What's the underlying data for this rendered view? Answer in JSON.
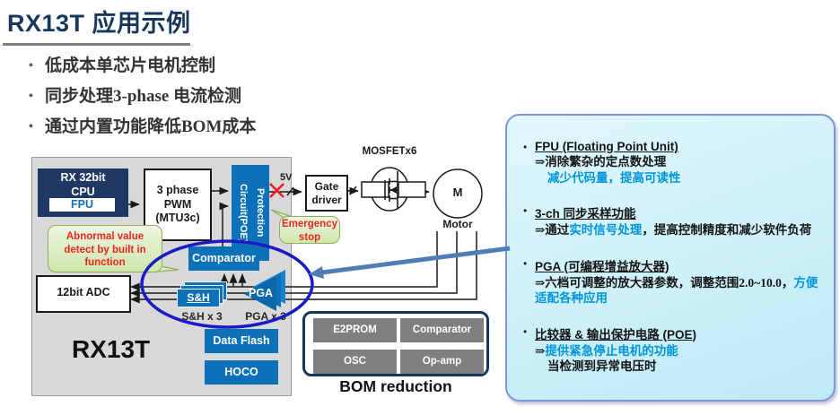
{
  "slide": {
    "title": "RX13T 应用示例",
    "bullets": [
      "低成本单芯片电机控制",
      "同步处理3-phase 电流检测",
      "通过内置功能降低BOM成本"
    ]
  },
  "diagram": {
    "chip_label": "RX13T",
    "cpu": {
      "line1": "RX 32bit",
      "line2": "CPU",
      "fpu": "FPU"
    },
    "pwm": {
      "line1": "3 phase",
      "line2": "PWM",
      "line3": "(MTU3c)"
    },
    "protection": {
      "l1": "Protection",
      "l2": "Circuit(POE)"
    },
    "comparator": "Comparator",
    "adc": "12bit ADC",
    "sh": "S&H",
    "sh_count": "S&H x 3",
    "pga": "PGA",
    "pga_count": "PGA x 3",
    "data_flash": "Data Flash",
    "hoco": "HOCO",
    "gate_driver": {
      "line1": "Gate",
      "line2": "driver"
    },
    "mosfet_label": "MOSFETx6",
    "motor_m": "M",
    "motor_label": "Motor",
    "v5": "5V",
    "abnormal_callout": [
      "Abnormal value",
      "detect by built in",
      "function"
    ],
    "emergency_callout": [
      "Emergency",
      "stop"
    ]
  },
  "bom": {
    "items": [
      "E2PROM",
      "Comparator",
      "OSC",
      "Op-amp"
    ],
    "label": "BOM reduction"
  },
  "features": {
    "items": [
      {
        "title": "FPU (Floating Point Unit)",
        "l1": "⇒消除繁杂的定点数处理",
        "l2": "减少代码量，提高可读性"
      },
      {
        "title": "3-ch 同步采样功能",
        "pre": "⇒通过",
        "hl": "实时信号处理",
        "post": "，提高控制精度和减少软件负荷"
      },
      {
        "title": "PGA (可编程增益放大器)",
        "pre": "⇒六档可调整的放大器参数，调整范围2.0~10.0，",
        "hl": "方便适配各种应用"
      },
      {
        "title": "比较器 & 输出保护电路 (POE)",
        "pre": "⇒",
        "hl": "提供紧急停止电机的功能",
        "l2": "当检测到异常电压时"
      }
    ]
  },
  "colors": {
    "title_navy": "#17375E",
    "block_blue": "#0d71ba",
    "cpu_navy": "#1F3864",
    "highlight_blue": "#0095DB",
    "alert_red": "#e8251f",
    "ellipse_blue": "#1b1bc4",
    "callout_green_border": "#8faf5a",
    "panel_cyan": "#cdf0f9"
  }
}
